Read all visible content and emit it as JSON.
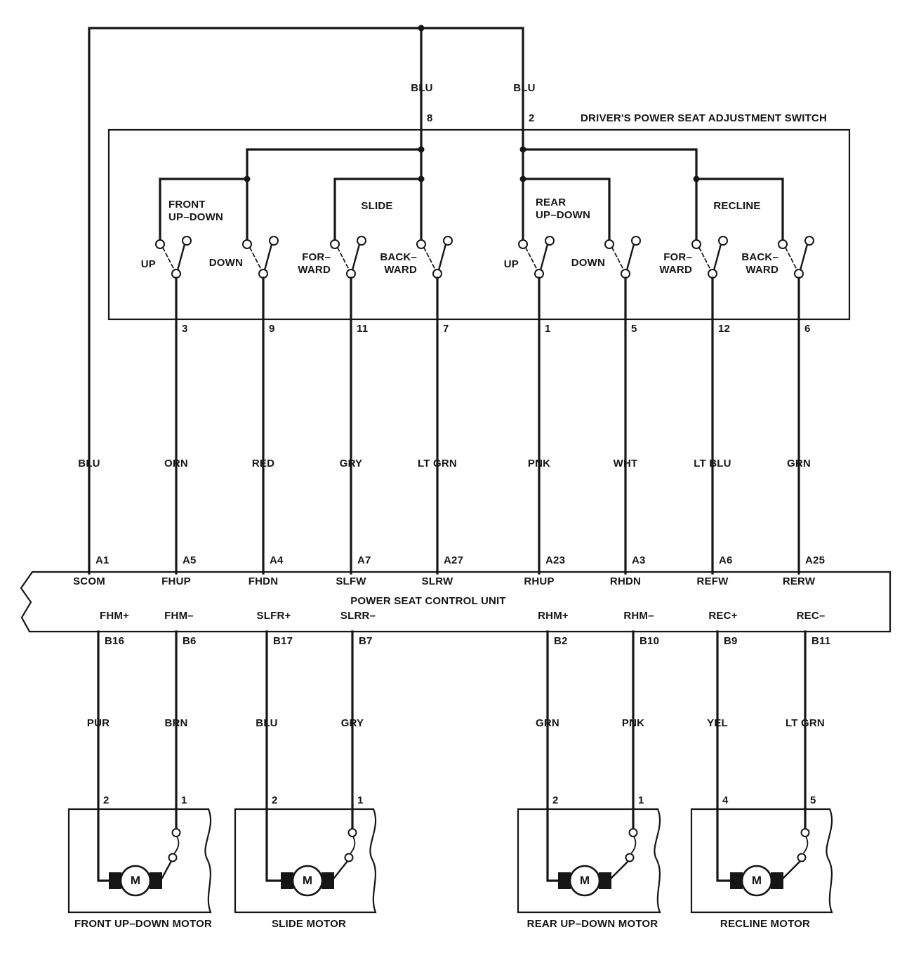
{
  "title": "DRIVER'S POWER SEAT ADJUSTMENT SWITCH",
  "supply": {
    "left": {
      "color": "BLU",
      "pin": "8"
    },
    "right": {
      "color": "BLU",
      "pin": "2"
    }
  },
  "groups": [
    {
      "line1": "FRONT",
      "line2": "UP–DOWN"
    },
    {
      "line1": "SLIDE",
      "line2": ""
    },
    {
      "line1": "REAR",
      "line2": "UP–DOWN"
    },
    {
      "line1": "RECLINE",
      "line2": ""
    }
  ],
  "switches": [
    {
      "line1": "UP",
      "line2": "",
      "pin": "3"
    },
    {
      "line1": "DOWN",
      "line2": "",
      "pin": "9"
    },
    {
      "line1": "FOR–",
      "line2": "WARD",
      "pin": "11"
    },
    {
      "line1": "BACK–",
      "line2": "WARD",
      "pin": "7"
    },
    {
      "line1": "UP",
      "line2": "",
      "pin": "1"
    },
    {
      "line1": "DOWN",
      "line2": "",
      "pin": "5"
    },
    {
      "line1": "FOR–",
      "line2": "WARD",
      "pin": "12"
    },
    {
      "line1": "BACK–",
      "line2": "WARD",
      "pin": "6"
    }
  ],
  "unit_inputs": [
    {
      "color": "BLU",
      "pin": "A1",
      "name": "SCOM"
    },
    {
      "color": "ORN",
      "pin": "A5",
      "name": "FHUP"
    },
    {
      "color": "RED",
      "pin": "A4",
      "name": "FHDN"
    },
    {
      "color": "GRY",
      "pin": "A7",
      "name": "SLFW"
    },
    {
      "color": "LT GRN",
      "pin": "A27",
      "name": "SLRW"
    },
    {
      "color": "PNK",
      "pin": "A23",
      "name": "RHUP"
    },
    {
      "color": "WHT",
      "pin": "A3",
      "name": "RHDN"
    },
    {
      "color": "LT BLU",
      "pin": "A6",
      "name": "REFW"
    },
    {
      "color": "GRN",
      "pin": "A25",
      "name": "RERW"
    }
  ],
  "control_unit_title": "POWER SEAT CONTROL UNIT",
  "unit_outputs": [
    {
      "name": "FHM+",
      "pin": "B16",
      "color": "PUR",
      "motor_pin": "2"
    },
    {
      "name": "FHM–",
      "pin": "B6",
      "color": "BRN",
      "motor_pin": "1"
    },
    {
      "name": "SLFR+",
      "pin": "B17",
      "color": "BLU",
      "motor_pin": "2"
    },
    {
      "name": "SLRR–",
      "pin": "B7",
      "color": "GRY",
      "motor_pin": "1"
    },
    {
      "name": "RHM+",
      "pin": "B2",
      "color": "GRN",
      "motor_pin": "2"
    },
    {
      "name": "RHM–",
      "pin": "B10",
      "color": "PNK",
      "motor_pin": "1"
    },
    {
      "name": "REC+",
      "pin": "B9",
      "color": "YEL",
      "motor_pin": "4"
    },
    {
      "name": "REC–",
      "pin": "B11",
      "color": "LT GRN",
      "motor_pin": "5"
    }
  ],
  "motors": [
    {
      "label": "FRONT UP–DOWN MOTOR",
      "symbol": "M"
    },
    {
      "label": "SLIDE MOTOR",
      "symbol": "M"
    },
    {
      "label": "REAR UP–DOWN MOTOR",
      "symbol": "M"
    },
    {
      "label": "RECLINE MOTOR",
      "symbol": "M"
    }
  ]
}
